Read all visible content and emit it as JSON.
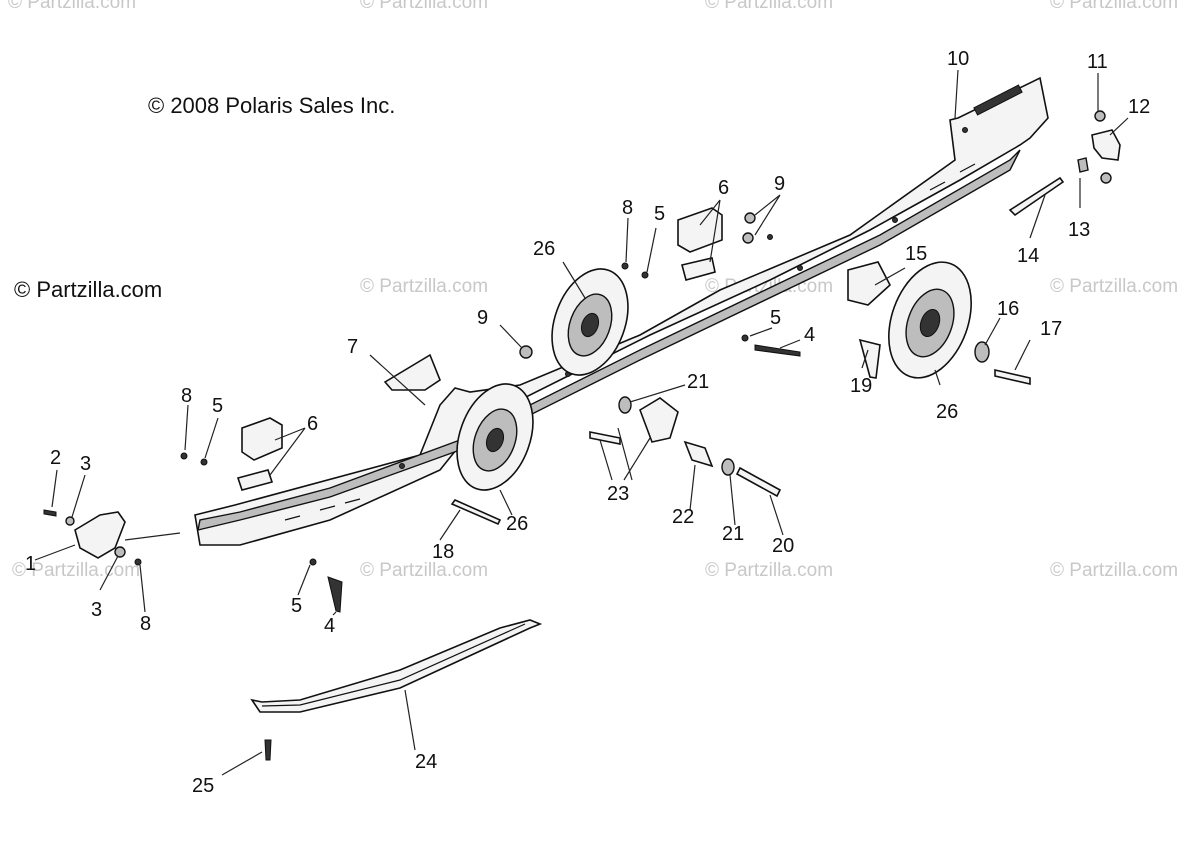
{
  "copyright": "© 2008 Polaris Sales Inc.",
  "site_label": "© Partzilla.com",
  "watermark": "© Partzilla.com",
  "callouts": [
    "10",
    "11",
    "12",
    "13",
    "14",
    "6",
    "9",
    "8",
    "5",
    "26",
    "15",
    "16",
    "17",
    "9",
    "5",
    "4",
    "19",
    "26",
    "7",
    "21",
    "8",
    "5",
    "6",
    "2",
    "3",
    "23",
    "22",
    "21",
    "20",
    "26",
    "18",
    "1",
    "3",
    "8",
    "5",
    "4",
    "24",
    "25"
  ]
}
